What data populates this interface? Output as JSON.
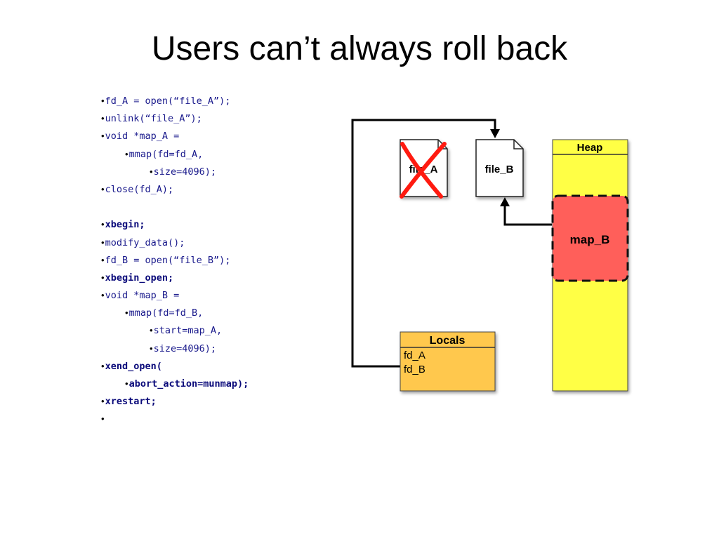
{
  "slide": {
    "title": "Users can’t always roll back"
  },
  "code_lines": [
    {
      "level": 0,
      "bold": false,
      "text": "fd_A = open(“file_A”);"
    },
    {
      "level": 0,
      "bold": false,
      "text": "unlink(“file_A”);"
    },
    {
      "level": 0,
      "bold": false,
      "text": "void *map_A ="
    },
    {
      "level": 1,
      "bold": false,
      "text": "mmap(fd=fd_A,"
    },
    {
      "level": 2,
      "bold": false,
      "text": "size=4096);"
    },
    {
      "level": 0,
      "bold": false,
      "text": "close(fd_A);"
    },
    {
      "level": -1,
      "bold": false,
      "text": ""
    },
    {
      "level": 0,
      "bold": true,
      "text": "xbegin;"
    },
    {
      "level": 0,
      "bold": false,
      "text": "modify_data();"
    },
    {
      "level": 0,
      "bold": false,
      "text": "fd_B = open(“file_B”);"
    },
    {
      "level": 0,
      "bold": true,
      "text": "xbegin_open;"
    },
    {
      "level": 0,
      "bold": false,
      "text": "void *map_B ="
    },
    {
      "level": 1,
      "bold": false,
      "text": "mmap(fd=fd_B,"
    },
    {
      "level": 2,
      "bold": false,
      "text": "start=map_A,"
    },
    {
      "level": 2,
      "bold": false,
      "text": "size=4096);"
    },
    {
      "level": 0,
      "bold": true,
      "text": "xend_open("
    },
    {
      "level": 1,
      "bold": true,
      "text": "abort_action=munmap);"
    },
    {
      "level": 0,
      "bold": true,
      "text": "xrestart;"
    },
    {
      "level": 0,
      "bold": false,
      "text": ""
    }
  ],
  "diagram": {
    "file_a_label": "file_A",
    "file_a_status": "deleted",
    "file_b_label": "file_B",
    "heap_label": "Heap",
    "map_b_label": "map_B",
    "locals_label": "Locals",
    "locals_vars": [
      "fd_A",
      "fd_B"
    ],
    "colors": {
      "heap_fill": "#ffff44",
      "map_b_fill": "#ff5f5a",
      "locals_fill": "#ffc84d",
      "cross": "#ff1a10",
      "code_text": "#1a1a8c"
    }
  }
}
